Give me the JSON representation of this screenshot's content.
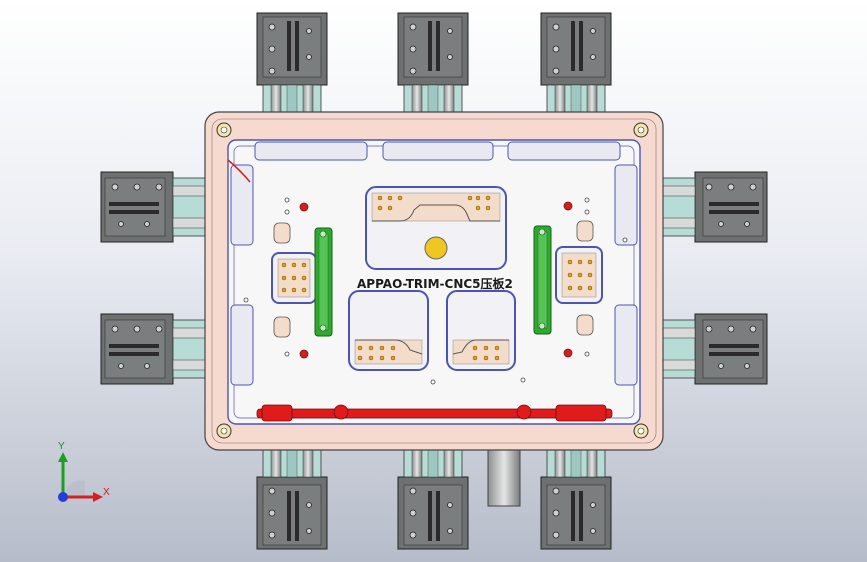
{
  "model": {
    "part_label": "APPAO-TRIM-CNC5压板2"
  },
  "triad": {
    "x_label": "X",
    "y_label": "Y",
    "x_color": "#d42020",
    "y_color": "#1e9e1e",
    "z_color": "#1f3fd6"
  },
  "colors": {
    "base_plate": "#f6d9cf",
    "top_plate": "#f7f7f8",
    "clamp_pad": "#efcf2f",
    "cylinder_body": "#6e7172",
    "cylinder_rail": "#b7dcd6",
    "guide_bar": "#2faa2f",
    "interference": "#e01b1b",
    "outline": "#4d55b0"
  }
}
